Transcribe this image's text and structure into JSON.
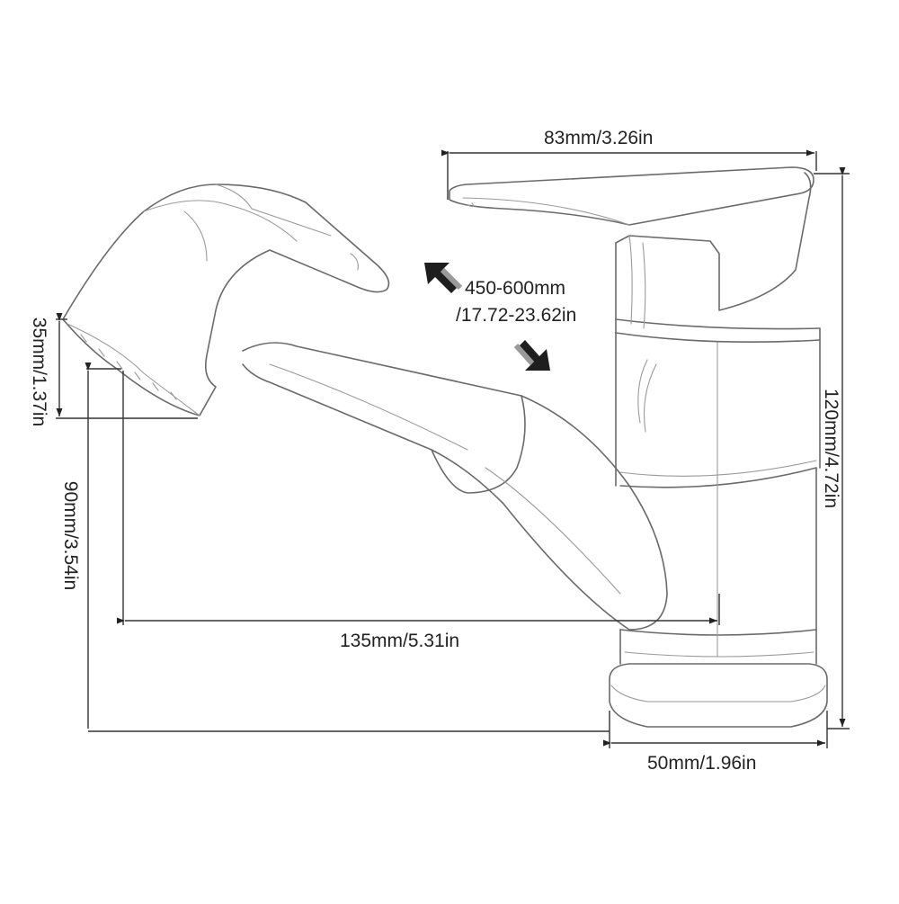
{
  "dimensions": {
    "handle_length": "83mm/3.26in",
    "total_height": "120mm/4.72in",
    "pull_out": [
      "450-600mm",
      "/17.72-23.62in"
    ],
    "spray_head": "35mm/1.37in",
    "spout_height": "90mm/3.54in",
    "reach": "135mm/5.31in",
    "base_diameter": "50mm/1.96in"
  },
  "colors": {
    "line": "#333333",
    "outline": "#6a6a6a",
    "arrow": "#1e1e1e"
  }
}
